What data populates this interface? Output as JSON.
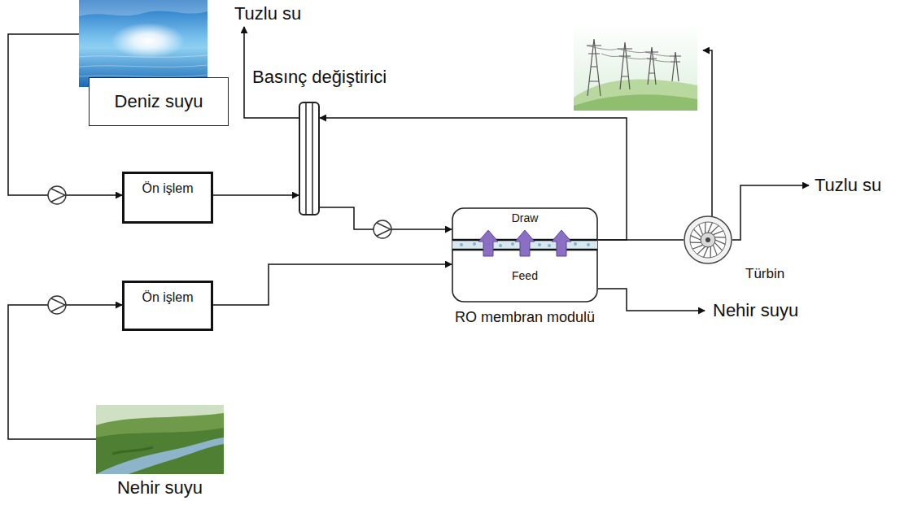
{
  "diagram": {
    "nodes": [
      {
        "text": [
          "Deniz suyu"
        ]
      },
      {
        "text": [
          "Ön işlem"
        ]
      },
      {
        "text": [
          "Basınç değiştirici"
        ]
      },
      {
        "text": [
          "Draw",
          "Feed",
          "RO membran modulü"
        ]
      },
      {
        "text": [
          "Türbin"
        ]
      },
      {
        "text": [
          "Ön işlem"
        ]
      },
      {
        "text": [
          "Nehir suyu"
        ]
      }
    ],
    "edges": [
      {
        "from": 0,
        "to": 1,
        "arrow": "to"
      },
      {
        "from": 1,
        "to": 2,
        "arrow": "to"
      },
      {
        "from": 2,
        "to": 3,
        "arrow": "to"
      },
      {
        "from": 3,
        "to": 4,
        "arrow": "none"
      },
      {
        "from": 3,
        "to": 2,
        "arrow": "to"
      },
      {
        "from": 6,
        "to": 5,
        "arrow": "to"
      },
      {
        "from": 5,
        "to": 3,
        "arrow": "to"
      }
    ],
    "labels": [
      "Tuzlu su",
      "Tuzlu su",
      "Nehir suyu"
    ]
  }
}
